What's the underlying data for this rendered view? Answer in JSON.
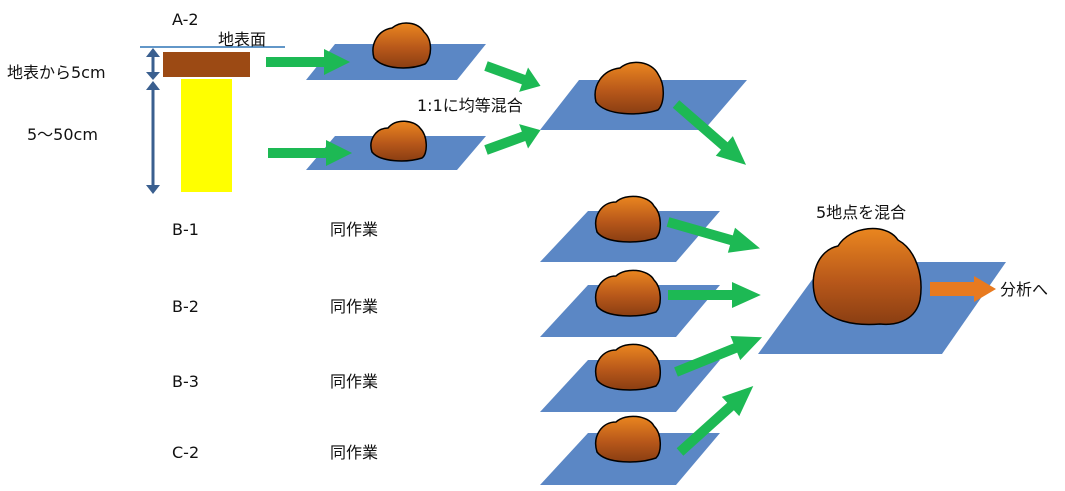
{
  "labels": {
    "a2": "A-2",
    "ground_surface": "地表面",
    "depth_top": "地表から5cm",
    "depth_range": "5〜50cm",
    "mix_equal": "1:1に均等混合",
    "mix_five": "5地点を混合",
    "to_analysis": "分析へ"
  },
  "sites": [
    {
      "id": "B-1",
      "task": "同作業"
    },
    {
      "id": "B-2",
      "task": "同作業"
    },
    {
      "id": "B-3",
      "task": "同作業"
    },
    {
      "id": "C-2",
      "task": "同作業"
    }
  ],
  "colors": {
    "tray": "#5b87c5",
    "soil": "#b55a1c",
    "soil_highlight": "#e8801e",
    "arrow_green": "#1db954",
    "arrow_orange": "#e87a1f",
    "topsoil_layer": "#9c4a14",
    "subsoil_layer": "#ffff00",
    "depth_arrow": "#3a5f8f"
  }
}
